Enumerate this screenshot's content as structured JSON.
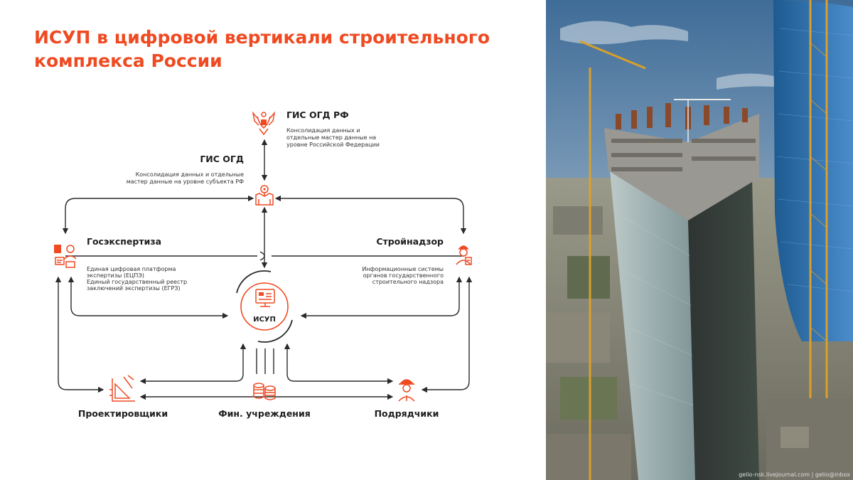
{
  "slide": {
    "title_line1": "ИСУП в цифровой вертикали строительного",
    "title_line2": "комплекса России",
    "accent_color": "#ef4a22",
    "photo_credit": "gelio-nsk.livejournal.com | gelio@inbox"
  },
  "nodes": {
    "gis_ogd_rf": {
      "title": "ГИС ОГД РФ",
      "desc": [
        "Консолидация данных и",
        "отдельные мастер данные на",
        "уровне Российской Федерации"
      ],
      "icon": "emblem-icon"
    },
    "gis_ogd": {
      "title": "ГИС ОГД",
      "desc": [
        "Консолидация данных и отдельные",
        "мастер данные на уровне субъекта РФ"
      ],
      "icon": "region-map-icon"
    },
    "gosexpertiza": {
      "title": "Госэкспертиза",
      "desc": [
        "Единая цифровая платформа",
        "экспертизы (ЕЦПЭ)",
        "Единый государственный реестр",
        "заключений экспертизы (ЕГРЗ)"
      ],
      "icon": "expert-icon"
    },
    "stroynadzor": {
      "title": "Стройнадзор",
      "desc": [
        "Информационные системы",
        "органов государственного",
        "строительного надзора"
      ],
      "icon": "inspector-icon"
    },
    "isup": {
      "title": "ИСУП",
      "icon": "monitor-dashboard-icon"
    },
    "proektirovshchiki": {
      "title": "Проектировщики",
      "icon": "drafting-tools-icon"
    },
    "fin": {
      "title": "Фин. учреждения",
      "icon": "coins-icon"
    },
    "podryadchiki": {
      "title": "Подрядчики",
      "icon": "builder-icon"
    }
  }
}
